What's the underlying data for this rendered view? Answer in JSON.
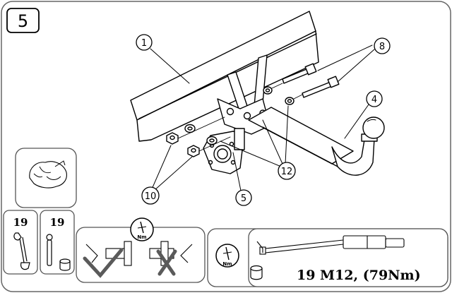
{
  "step_number": "5",
  "callouts": [
    {
      "id": "1",
      "text": "1"
    },
    {
      "id": "4",
      "text": "4"
    },
    {
      "id": "5",
      "text": "5"
    },
    {
      "id": "8",
      "text": "8"
    },
    {
      "id": "10",
      "text": "10"
    },
    {
      "id": "12",
      "text": "12"
    }
  ],
  "tools": {
    "wrench_size": "19",
    "socket_size": "19",
    "torque_unit": "Nm"
  },
  "torque_spec": "19 M12, (79Nm)",
  "colors": {
    "line": "#000000",
    "panel_border": "#555555",
    "check_mark": "#5a5a5a"
  }
}
